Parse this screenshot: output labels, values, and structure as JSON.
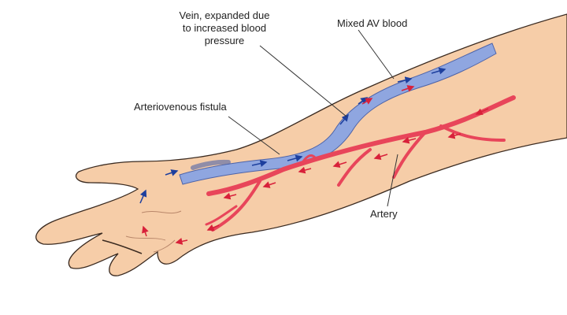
{
  "labels": {
    "vein_line1": "Vein, expanded due",
    "vein_line2": "to increased blood",
    "vein_line3": "pressure",
    "mixed": "Mixed AV blood",
    "fistula": "Arteriovenous fistula",
    "artery": "Artery"
  },
  "colors": {
    "skin": "#f6cda8",
    "skin_outline": "#3a2a20",
    "vein": "#8fa6e0",
    "vein_arrow": "#1d3f9e",
    "artery": "#e8455a",
    "artery_arrow": "#d8213a"
  }
}
